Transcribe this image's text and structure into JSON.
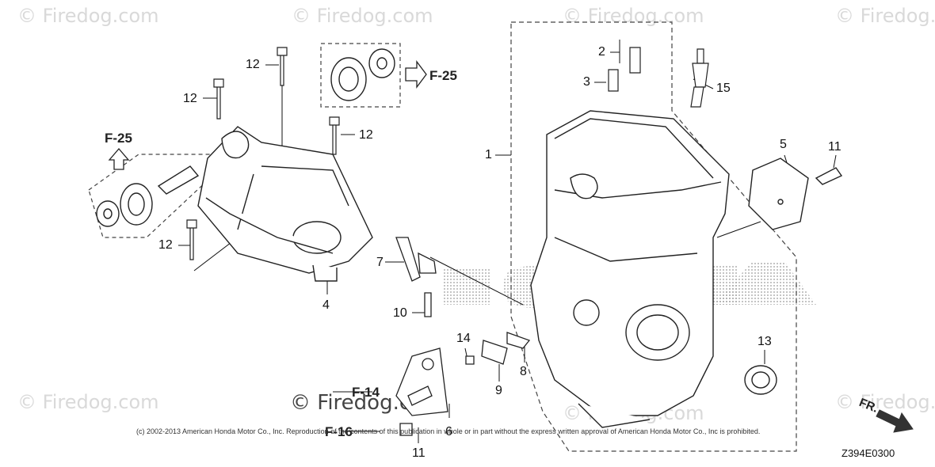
{
  "watermarks": [
    {
      "id": "wm-1",
      "text": "© Firedog.com"
    },
    {
      "id": "wm-2",
      "text": "© Firedog.com"
    },
    {
      "id": "wm-3",
      "text": "© Firedog.com"
    },
    {
      "id": "wm-4",
      "text": "© Firedog.com"
    },
    {
      "id": "wm-5",
      "text": "© Firedog.com"
    },
    {
      "id": "wm-6",
      "text": "© Firedog.com"
    },
    {
      "id": "wm-7",
      "text": "© Firedog.com"
    },
    {
      "id": "wm-8",
      "text": "© Firedog.com"
    }
  ],
  "brand_watermark": "HONDA",
  "callouts": [
    {
      "id": "c-1",
      "label": "1"
    },
    {
      "id": "c-2",
      "label": "2"
    },
    {
      "id": "c-3",
      "label": "3"
    },
    {
      "id": "c-4",
      "label": "4"
    },
    {
      "id": "c-5",
      "label": "5"
    },
    {
      "id": "c-6",
      "label": "6"
    },
    {
      "id": "c-7",
      "label": "7"
    },
    {
      "id": "c-8",
      "label": "8"
    },
    {
      "id": "c-9",
      "label": "9"
    },
    {
      "id": "c-10",
      "label": "10"
    },
    {
      "id": "c-11a",
      "label": "11"
    },
    {
      "id": "c-11b",
      "label": "11"
    },
    {
      "id": "c-12a",
      "label": "12"
    },
    {
      "id": "c-12b",
      "label": "12"
    },
    {
      "id": "c-12c",
      "label": "12"
    },
    {
      "id": "c-12d",
      "label": "12"
    },
    {
      "id": "c-13",
      "label": "13"
    },
    {
      "id": "c-14",
      "label": "14"
    },
    {
      "id": "c-15",
      "label": "15"
    }
  ],
  "figure_refs": [
    {
      "id": "ref-f25-top",
      "label": "F-25"
    },
    {
      "id": "ref-f25-left",
      "label": "F-25"
    },
    {
      "id": "ref-f14",
      "label": "F-14"
    },
    {
      "id": "ref-f16",
      "label": "F-16"
    }
  ],
  "copyright": "(c) 2002-2013 American Honda Motor Co., Inc. Reproduction of the contents of this publication in whole or in part without the express written approval of American Honda Motor Co., Inc is prohibited.",
  "diagram_code": "Z394E0300",
  "direction_label": "FR."
}
